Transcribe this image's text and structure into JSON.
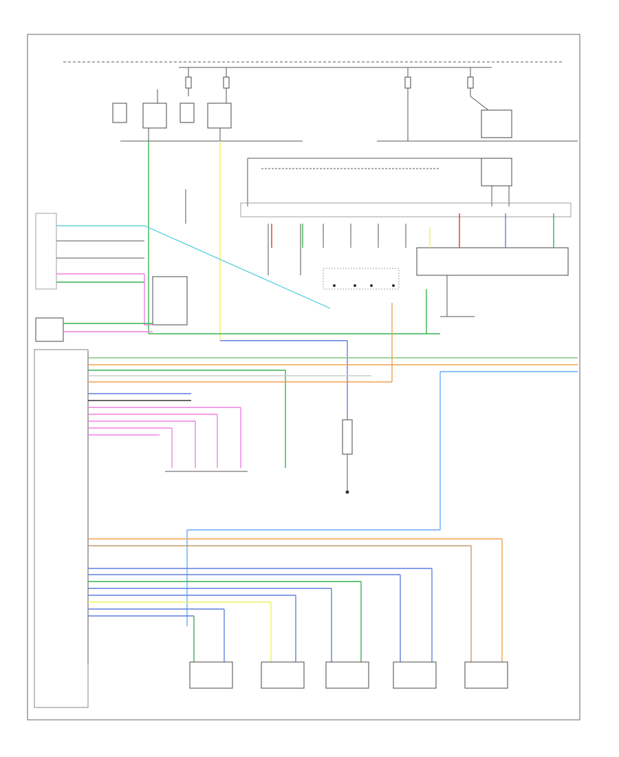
{
  "page": {
    "footer_ref": "",
    "note": ""
  },
  "wire_colors": {
    "light_green": "#7fc97f",
    "cyan": "#5fd3e0",
    "yellow": "#f0f060",
    "pink": "#f07ee0",
    "magenta": "#ee82ee",
    "orange": "#f0a050",
    "tan": "#e8c89a",
    "blue": "#5e7fe0",
    "light_blue": "#66aaff",
    "violet": "#b9a9e0",
    "green": "#38b050",
    "red": "#e03030",
    "brown": "#c49a6c",
    "gray": "#9a9a9a",
    "black": "#333333"
  },
  "components": [
    {
      "id": "ac-pressure-transducer",
      "label": ""
    },
    {
      "id": "evaporator-sensor",
      "label": ""
    },
    {
      "id": "hvac-control-module",
      "label": ""
    },
    {
      "id": "blower-motor",
      "label": ""
    },
    {
      "id": "blend-door-actuator",
      "label": ""
    },
    {
      "id": "mode-door-actuator",
      "label": ""
    },
    {
      "id": "recirc-door-actuator",
      "label": ""
    },
    {
      "id": "defrost-door-actuator",
      "label": ""
    },
    {
      "id": "temp-door-actuator",
      "label": ""
    },
    {
      "id": "pcm",
      "label": ""
    },
    {
      "id": "fuse-block",
      "label": ""
    },
    {
      "id": "relay-box",
      "label": ""
    }
  ],
  "notes": []
}
